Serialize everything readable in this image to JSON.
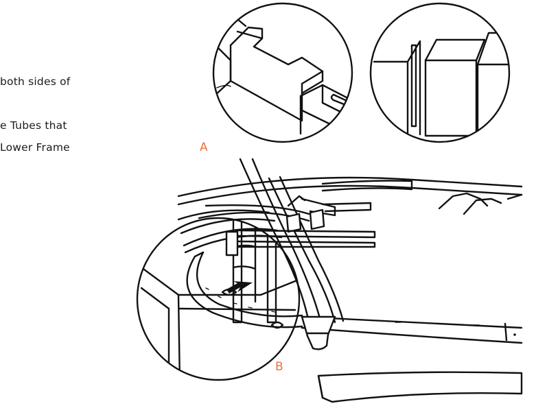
{
  "instructions": {
    "line1": "both sides of",
    "line2": "e Tubes that",
    "line3": "Lower Frame"
  },
  "callouts": {
    "a": "A",
    "b": "B"
  },
  "colors": {
    "callout": "#e8723a",
    "line": "#111111"
  }
}
